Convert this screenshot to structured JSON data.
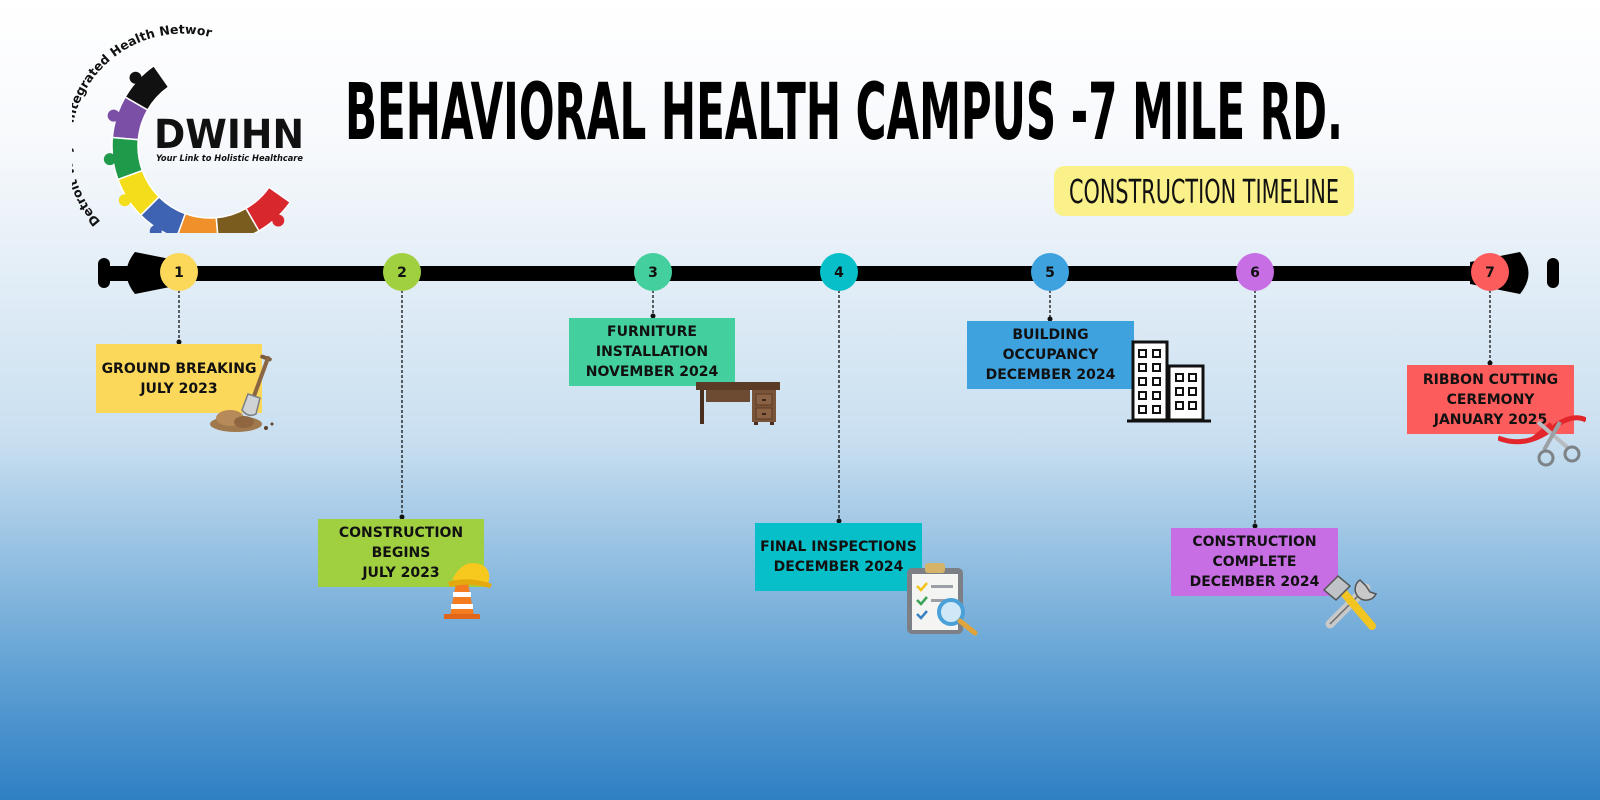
{
  "header": {
    "title": "BEHAVIORAL HEALTH CAMPUS -7 MILE RD.",
    "subtitle": "CONSTRUCTION TIMELINE"
  },
  "logo": {
    "arc_text": "Detroit Wayne Integrated Health Network",
    "name": "DWIHN",
    "tagline": "Your Link to Holistic Healthcare",
    "puzzle_colors": [
      "#111111",
      "#7b4fa6",
      "#1f9a4a",
      "#f4de1c",
      "#3f63b3",
      "#f0902a",
      "#7a5c1e",
      "#d9272e"
    ]
  },
  "milestones": [
    {
      "number": "1",
      "color": "#fbd75a",
      "lines": [
        "GROUND BREAKING",
        "JULY 2023"
      ],
      "icon": "shovel-icon"
    },
    {
      "number": "2",
      "color": "#a0d040",
      "lines": [
        "CONSTRUCTION",
        "BEGINS",
        "JULY 2023"
      ],
      "icon": "hardhat-cone-icon"
    },
    {
      "number": "3",
      "color": "#44cf9e",
      "lines": [
        "FURNITURE",
        "INSTALLATION",
        "NOVEMBER 2024"
      ],
      "icon": "desk-icon"
    },
    {
      "number": "4",
      "color": "#06bfc8",
      "lines": [
        "FINAL INSPECTIONS",
        "DECEMBER 2024"
      ],
      "icon": "clipboard-icon"
    },
    {
      "number": "5",
      "color": "#3ea2df",
      "lines": [
        "BUILDING",
        "OCCUPANCY",
        "DECEMBER 2024"
      ],
      "icon": "building-icon"
    },
    {
      "number": "6",
      "color": "#c76ee4",
      "lines": [
        "CONSTRUCTION",
        "COMPLETE",
        "DECEMBER 2024"
      ],
      "icon": "tools-icon"
    },
    {
      "number": "7",
      "color": "#fc5c5c",
      "lines": [
        "RIBBON CUTTING",
        "CEREMONY",
        "JANUARY 2025"
      ],
      "icon": "scissors-ribbon-icon"
    }
  ]
}
